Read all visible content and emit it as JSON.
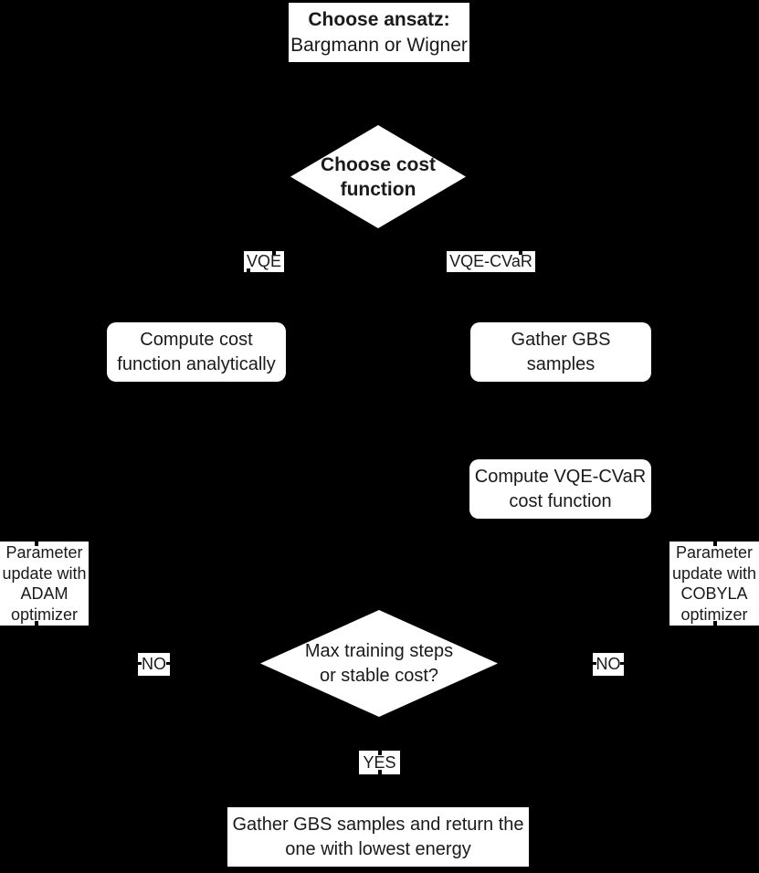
{
  "colors": {
    "background": "#000000",
    "node_fill": "#ffffff",
    "text": "#1a1a1a"
  },
  "nodes": {
    "start": {
      "lines": [
        "Choose ansatz:",
        "Bargmann or Wigner"
      ]
    },
    "decision_cost": {
      "lines": [
        "Choose cost",
        "function"
      ]
    },
    "compute_analytic": {
      "lines": [
        "Compute cost",
        "function analytically"
      ]
    },
    "gather_gbs": {
      "lines": [
        "Gather GBS",
        "samples"
      ]
    },
    "compute_cvar": {
      "lines": [
        "Compute VQE-CVaR",
        "cost function"
      ]
    },
    "param_adam": {
      "lines": [
        "Parameter",
        "update with",
        "ADAM",
        "optimizer"
      ]
    },
    "param_cobyla": {
      "lines": [
        "Parameter",
        "update with",
        "COBYLA",
        "optimizer"
      ]
    },
    "decision_stop": {
      "lines": [
        "Max training steps",
        "or stable cost?"
      ]
    },
    "end": {
      "lines": [
        "Gather GBS samples and return the",
        "one with lowest energy"
      ]
    }
  },
  "edge_labels": {
    "vqe": "VQE",
    "vqe_cvar": "VQE-CVaR",
    "no_left": "NO",
    "no_right": "NO",
    "yes": "YES"
  }
}
